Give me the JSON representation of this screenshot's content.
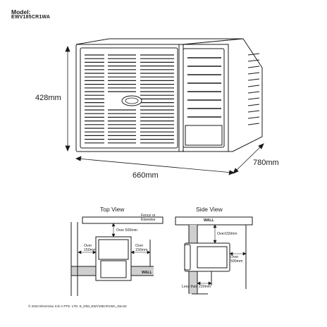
{
  "header": {
    "model_label": "Model:",
    "model_code": "EWV185CR1WA"
  },
  "dimensions": {
    "height": "428mm",
    "width": "660mm",
    "depth": "780mm"
  },
  "top_view": {
    "title": "Top View",
    "fence": "Fence or\nElsewise",
    "over_top": "Over 500mm",
    "over_left": "Over\n150mm",
    "over_right": "Over\n150mm",
    "wall": "WALL"
  },
  "side_view": {
    "title": "Side View",
    "wall": "WALL",
    "over_top": "Over150mm",
    "over_right": "Over\n500mm",
    "less_than": "Less than 220mm"
  },
  "footer": {
    "copyright": "© 2022 Electrolux S.E.A PTE. LTD. E_DIM_EWV185CR1WA_Dec22"
  },
  "colors": {
    "line": "#1a1a1a",
    "shade": "#cfcfcf"
  }
}
